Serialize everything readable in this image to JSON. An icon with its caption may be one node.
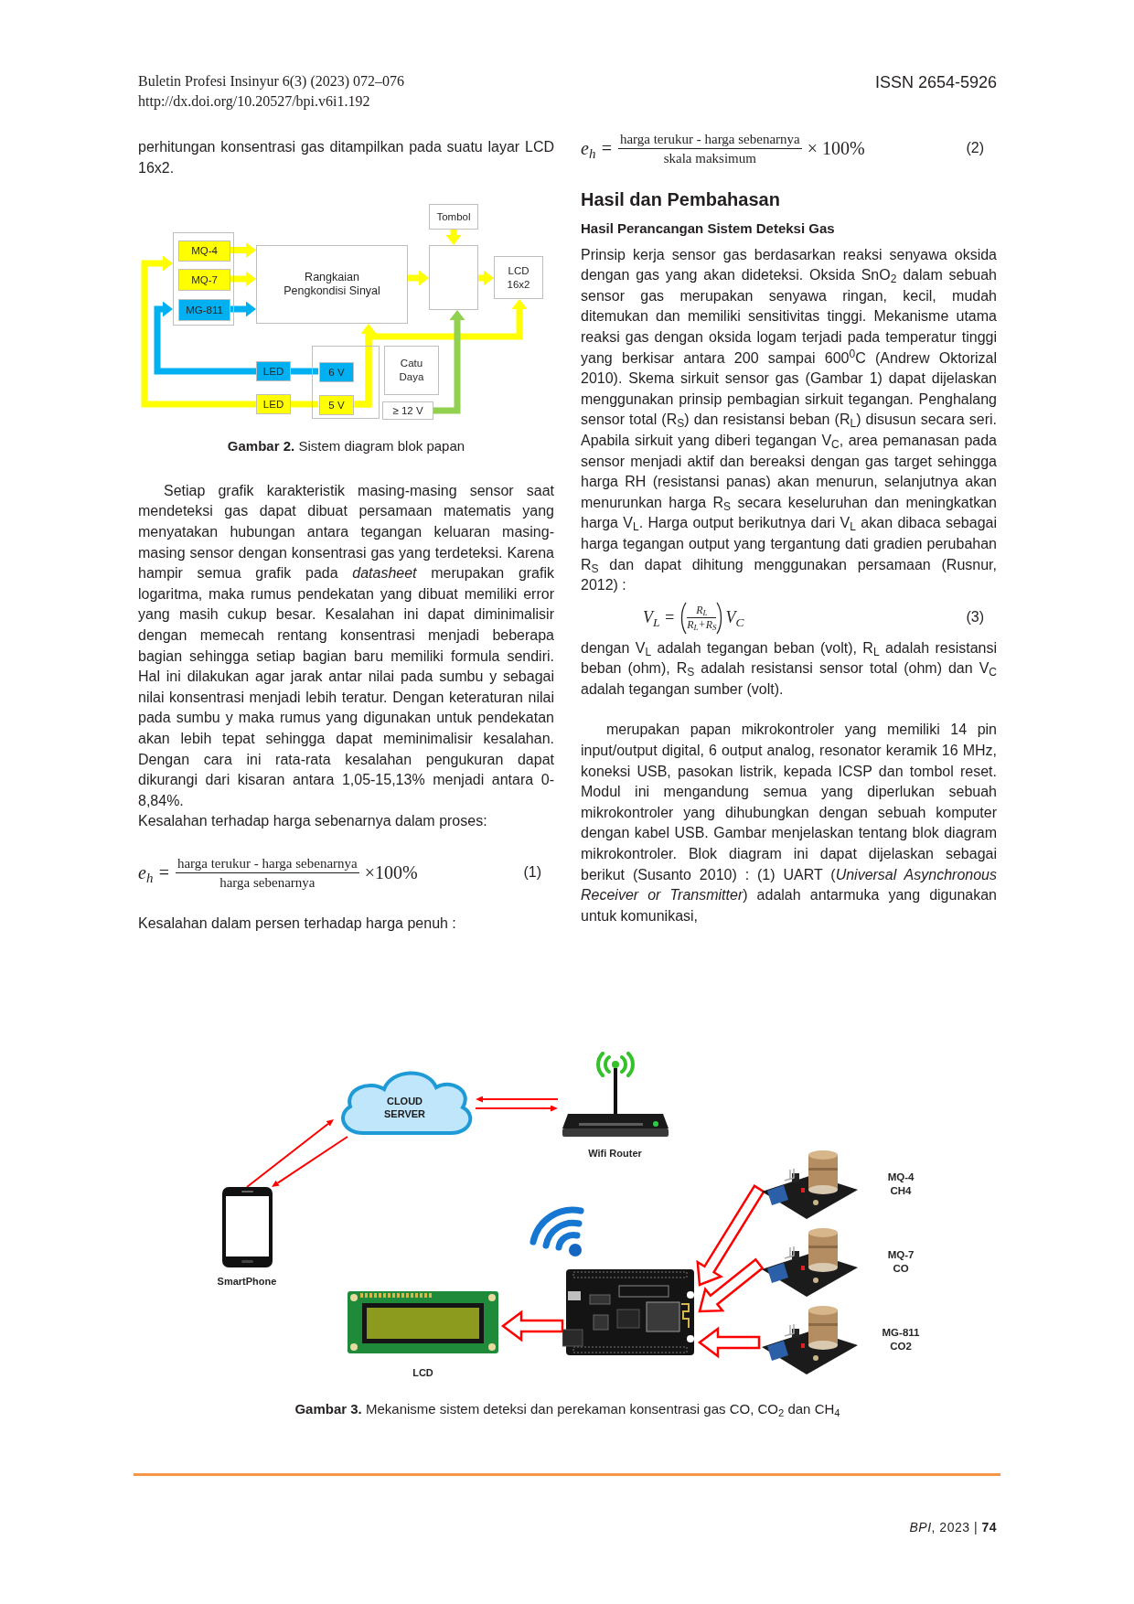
{
  "diagram": {
    "nodes": [
      {
        "text": [],
        "shape": "box"
      },
      {
        "text": [
          "MQ-4"
        ],
        "in": 0
      },
      {
        "text": [
          "MQ-7"
        ],
        "in": 0
      },
      {
        "text": [
          "MG-811"
        ],
        "in": 0
      },
      {
        "text": [
          "Rangkaian Pengkondisi Sinyal"
        ]
      },
      {
        "text": [
          "Tombol"
        ]
      },
      {
        "text": [],
        "shape": "box"
      },
      {
        "text": [
          "LCD 16x2"
        ]
      },
      {
        "text": [],
        "shape": "box"
      },
      {
        "text": [
          "6 V"
        ],
        "in": 8
      },
      {
        "text": [
          "5 V"
        ],
        "in": 8
      },
      {
        "text": [
          "LED"
        ]
      },
      {
        "text": [
          "LED"
        ]
      },
      {
        "text": [
          "Catu Daya"
        ]
      },
      {
        "text": [
          "≥ 12 V"
        ]
      },
      {
        "text": [
          "CLOUD SERVER"
        ]
      },
      {
        "text": [
          "Wifi Router"
        ]
      },
      {
        "text": [
          "MQ-4",
          "CH4"
        ]
      },
      {
        "text": [
          "SmartPhone"
        ]
      },
      {
        "text": [
          "MQ-7",
          "CO"
        ]
      },
      {
        "text": [
          "LCD"
        ]
      },
      {
        "text": [],
        "shape": "picture"
      },
      {
        "text": [
          "MG-811",
          "CO2"
        ]
      }
    ],
    "edges": [
      {
        "from": 1,
        "to": 4,
        "arrow": "to",
        "color": "#ffff00"
      },
      {
        "from": 2,
        "to": 4,
        "arrow": "to",
        "color": "#ffff00"
      },
      {
        "from": 3,
        "to": 4,
        "arrow": "to",
        "color": "#00b0f0"
      },
      {
        "from": 4,
        "to": 6,
        "arrow": "to",
        "color": "#ffff00"
      },
      {
        "from": 6,
        "to": 7,
        "arrow": "to",
        "color": "#ffff00"
      },
      {
        "from": 5,
        "to": 6,
        "arrow": "to",
        "color": "#ffff00"
      },
      {
        "from": 9,
        "to": 11,
        "arrow": "none",
        "color": "#00b0f0"
      },
      {
        "from": 11,
        "to": 0,
        "arrow": "to",
        "color": "#00b0f0"
      },
      {
        "from": 10,
        "to": 12,
        "arrow": "none",
        "color": "#ffff00"
      },
      {
        "from": 12,
        "to": 0,
        "arrow": "to",
        "color": "#ffff00"
      },
      {
        "from": 10,
        "to": 4,
        "arrow": "to",
        "color": "#ffff00"
      },
      {
        "from": 10,
        "to": 7,
        "arrow": "to",
        "color": "#ffff00"
      },
      {
        "from": 14,
        "to": 6,
        "arrow": "to",
        "color": "#92d050"
      },
      {
        "from": 16,
        "to": 15,
        "arrow": "to",
        "color": "#ff0000"
      },
      {
        "from": 15,
        "to": 16,
        "arrow": "to",
        "color": "#ff0000"
      },
      {
        "from": 18,
        "to": 15,
        "arrow": "to",
        "color": "#ff0000"
      },
      {
        "from": 15,
        "to": 18,
        "arrow": "to",
        "color": "#ff0000"
      },
      {
        "from": 17,
        "to": 21,
        "arrow": "to",
        "style": "thick",
        "color": "#ff0000"
      },
      {
        "from": 19,
        "to": 21,
        "arrow": "to",
        "style": "thick",
        "color": "#ff0000"
      },
      {
        "from": 22,
        "to": 21,
        "arrow": "to",
        "style": "thick",
        "color": "#ff0000"
      },
      {
        "from": 21,
        "to": 20,
        "arrow": "to",
        "style": "thick",
        "color": "#ff0000"
      }
    ],
    "labels": [
      "Buletin Profesi Insinyur 6(3) (2023) 072–076",
      "http://dx.doi.org/10.20527/bpi.v6i1.192",
      "ISSN 2654-5926",
      "perhitungan konsentrasi gas ditampilkan pada suatu layar LCD 16x2.",
      "**Gambar 2.** Sistem diagram blok papan",
      "Setiap grafik karakteristik masing-masing sensor saat mendeteksi gas dapat dibuat persamaan matematis yang menyatakan hubungan antara tegangan keluaran masing-masing sensor dengan konsentrasi gas yang terdeteksi. Karena hampir semua grafik pada *datasheet* merupakan grafik logaritma, maka rumus pendekatan yang dibuat memiliki error yang masih cukup besar. Kesalahan ini dapat diminimalisir dengan memecah rentang konsentrasi menjadi beberapa bagian sehingga setiap bagian baru memiliki formula sendiri. Hal ini dilakukan agar jarak antar nilai pada sumbu y sebagai nilai konsentrasi menjadi lebih teratur. Dengan keteraturan nilai pada sumbu y maka rumus yang digunakan untuk pendekatan akan lebih tepat sehingga dapat meminimalisir kesalahan. Dengan cara ini rata-rata kesalahan pengukuran dapat dikurangi dari kisaran antara 1,05-15,13% menjadi antara 0-8,84%.",
      "Kesalahan terhadap harga sebenarnya dalam proses:",
      "e$_{h}$ =",
      "harga terukur - harga sebenarnya",
      "harga sebenarnya",
      "×100%",
      "(1)",
      "Kesalahan dalam persen terhadap harga penuh :",
      "e$_{h}$ =",
      "harga terukur - harga sebenarnya",
      "skala maksimum",
      "× 100%",
      "(2)",
      "Hasil dan Pembahasan",
      "Hasil Perancangan Sistem Deteksi Gas",
      "Prinsip kerja sensor gas berdasarkan reaksi senyawa oksida dengan gas yang akan dideteksi. Oksida SnO$_{2}$ dalam sebuah sensor gas merupakan senyawa ringan, kecil, mudah ditemukan dan memiliki sensitivitas tinggi. Mekanisme utama reaksi gas dengan oksida logam terjadi pada temperatur tinggi yang berkisar antara 200 sampai 600$^{0}$C (Andrew Oktorizal 2010). Skema sirkuit sensor gas (Gambar 1) dapat dijelaskan menggunakan prinsip pembagian sirkuit tegangan. Penghalang sensor total (R$_{S}$) dan resistansi beban (R$_{L}$) disusun secara seri. Apabila sirkuit yang diberi tegangan V$_{C}$, area pemanasan pada sensor menjadi aktif dan bereaksi dengan gas target sehingga harga RH (resistansi panas) akan menurun, selanjutnya akan menurunkan harga R$_{S}$ secara keseluruhan dan meningkatkan harga V$_{L}$. Harga output berikutnya dari V$_{L}$ akan dibaca sebagai harga tegangan output yang tergantung dati gradien perubahan R$_{S}$ dan dapat dihitung menggunakan persamaan (Rusnur, 2012) :",
      "V$_{L}$ =",
      "R$_{L}$",
      "R$_{L}$+R$_{S}$",
      "V$_{C}$",
      "(3)",
      "dengan V$_{L}$ adalah tegangan beban (volt), R$_{L}$ adalah resistansi beban (ohm), R$_{S}$ adalah resistansi sensor total (ohm) dan V$_{C}$ adalah tegangan sumber (volt).",
      "merupakan papan mikrokontroler yang memiliki 14 pin input/output digital, 6 output analog, resonator keramik 16 MHz, koneksi USB, pasokan listrik, kepada ICSP dan tombol reset. Modul ini mengandung semua yang diperlukan sebuah mikrokontroler yang dihubungkan dengan sebuah komputer dengan kabel USB. Gambar menjelaskan tentang blok diagram mikrokontroler. Blok diagram ini dapat dijelaskan sebagai berikut (Susanto 2010) : (1) UART (*Universal Asynchronous Receiver or Transmitter*) adalah antarmuka yang digunakan untuk komunikasi,",
      "**Gambar 3.** Mekanisme sistem deteksi dan perekaman konsentrasi gas CO, CO$_{2}$ dan CH$_{4}$",
      "*BPI*, 2023 | **74**"
    ]
  }
}
